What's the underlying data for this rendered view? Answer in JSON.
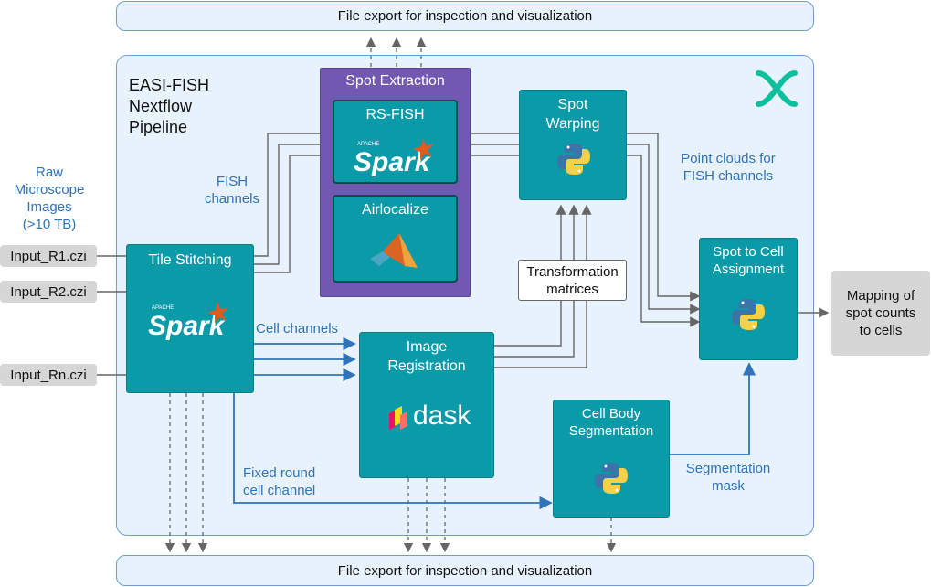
{
  "export_top": "File export for inspection and visualization",
  "export_bottom": "File export for inspection and visualization",
  "pipeline_title": "EASI-FISH\nNextflow\nPipeline",
  "raw_images": "Raw\nMicroscope\nImages\n(>10 TB)",
  "inputs": [
    "Input_R1.czi",
    "Input_R2.czi",
    "Input_Rn.czi"
  ],
  "tile_stitching": "Tile Stitching",
  "spot_extraction": "Spot Extraction",
  "rs_fish": "RS-FISH",
  "airlocalize": "Airlocalize",
  "spot_warping": "Spot\nWarping",
  "spot_to_cell": "Spot to Cell\nAssignment",
  "image_registration": "Image\nRegistration",
  "cell_body_segmentation": "Cell Body\nSegmentation",
  "labels": {
    "fish_channels": "FISH\nchannels",
    "cell_channels": "Cell channels",
    "fixed_round": "Fixed round\ncell channel",
    "point_clouds": "Point clouds for\nFISH channels",
    "segmentation_mask": "Segmentation\nmask",
    "transformation_matrices": "Transformation\nmatrices"
  },
  "output": "Mapping of\nspot counts\nto cells",
  "logos": {
    "spark_text": "Spark",
    "spark_apache": "APACHE",
    "dask_text": "dask",
    "nextflow_icon": "nextflow-logo-icon",
    "python_icon": "python-logo-icon",
    "matlab_icon": "matlab-logo-icon"
  },
  "colors": {
    "teal": "#0a9aa8",
    "purple": "#7258b1",
    "arrow_blue": "#2f73b8",
    "nextflow_green": "#0dc09d"
  }
}
